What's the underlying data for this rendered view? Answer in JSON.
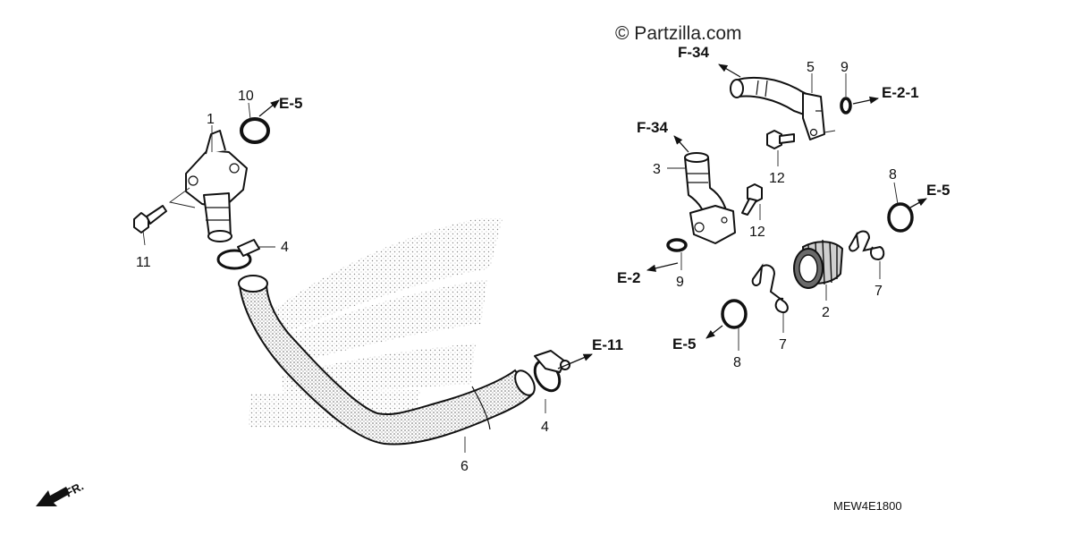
{
  "watermark": "© Partzilla.com",
  "diagram_code": "MEW4E1800",
  "front_marker": "FR.",
  "part_numbers": {
    "n1": "1",
    "n2": "2",
    "n3": "3",
    "n4a": "4",
    "n4b": "4",
    "n5": "5",
    "n6": "6",
    "n7a": "7",
    "n7b": "7",
    "n8a": "8",
    "n8b": "8",
    "n9a": "9",
    "n9b": "9",
    "n10": "10",
    "n11": "11",
    "n12a": "12",
    "n12b": "12"
  },
  "references": {
    "e5_top": "E-5",
    "e5_right": "E-5",
    "e5_bottom": "E-5",
    "e11": "E-11",
    "e2": "E-2",
    "e21": "E-2-1",
    "f34_top": "F-34",
    "f34_mid": "F-34"
  },
  "colors": {
    "ink": "#111111",
    "background": "#ffffff",
    "stipple": "#8a8a8a"
  }
}
